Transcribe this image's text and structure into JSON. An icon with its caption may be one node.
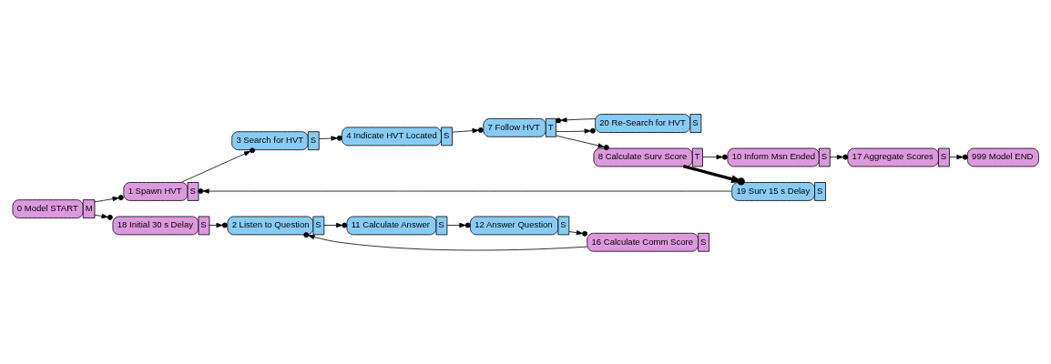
{
  "diagram": {
    "nodes": [
      {
        "text": [
          "0 Model START"
        ],
        "beside": [
          "M"
        ]
      },
      {
        "text": [
          "1 Spawn HVT"
        ],
        "beside": [
          "S"
        ]
      },
      {
        "text": [
          "3 Search for HVT"
        ],
        "beside": [
          "S"
        ]
      },
      {
        "text": [
          "4 Indicate HVT Located"
        ],
        "beside": [
          "S"
        ]
      },
      {
        "text": [
          "7 Follow HVT"
        ],
        "beside": [
          "T"
        ]
      },
      {
        "text": [
          "20 Re-Search for HVT"
        ],
        "beside": [
          "S"
        ]
      },
      {
        "text": [
          "8 Calculate Surv Score"
        ],
        "beside": [
          "T"
        ]
      },
      {
        "text": [
          "19 Surv 15 s Delay"
        ],
        "beside": [
          "S"
        ]
      },
      {
        "text": [
          "18 Initial 30 s Delay"
        ],
        "beside": [
          "S"
        ]
      },
      {
        "text": [
          "2 Listen to Question"
        ],
        "beside": [
          "S"
        ]
      },
      {
        "text": [
          "11 Calculate Answer"
        ],
        "beside": [
          "S"
        ]
      },
      {
        "text": [
          "12 Answer Question"
        ],
        "beside": [
          "S"
        ]
      },
      {
        "text": [
          "16 Calculate Comm Score"
        ],
        "beside": [
          "S"
        ]
      },
      {
        "text": [
          "10 Inform Msn Ended"
        ],
        "beside": [
          "S"
        ]
      },
      {
        "text": [
          "17 Aggregate Scores"
        ],
        "beside": [
          "S"
        ]
      },
      {
        "text": [
          "999 Model END"
        ]
      }
    ],
    "edges": [
      {
        "from": 0,
        "to": 1,
        "arrow": "to"
      },
      {
        "from": 0,
        "to": 8,
        "arrow": "to"
      },
      {
        "from": 1,
        "to": 2,
        "arrow": "to"
      },
      {
        "from": 2,
        "to": 3,
        "arrow": "to"
      },
      {
        "from": 3,
        "to": 4,
        "arrow": "to"
      },
      {
        "from": 4,
        "to": 5,
        "arrow": "to"
      },
      {
        "from": 4,
        "to": 6,
        "arrow": "to"
      },
      {
        "from": 5,
        "to": 4,
        "arrow": "to"
      },
      {
        "from": 6,
        "to": 7,
        "arrow": "to",
        "style": "thick"
      },
      {
        "from": 7,
        "to": 1,
        "arrow": "to"
      },
      {
        "from": 6,
        "to": 13,
        "arrow": "to"
      },
      {
        "from": 8,
        "to": 9,
        "arrow": "to"
      },
      {
        "from": 9,
        "to": 10,
        "arrow": "to"
      },
      {
        "from": 10,
        "to": 11,
        "arrow": "to"
      },
      {
        "from": 11,
        "to": 12,
        "arrow": "to"
      },
      {
        "from": 12,
        "to": 9,
        "arrow": "to"
      },
      {
        "from": 13,
        "to": 14,
        "arrow": "to"
      },
      {
        "from": 14,
        "to": 15,
        "arrow": "to"
      }
    ]
  }
}
